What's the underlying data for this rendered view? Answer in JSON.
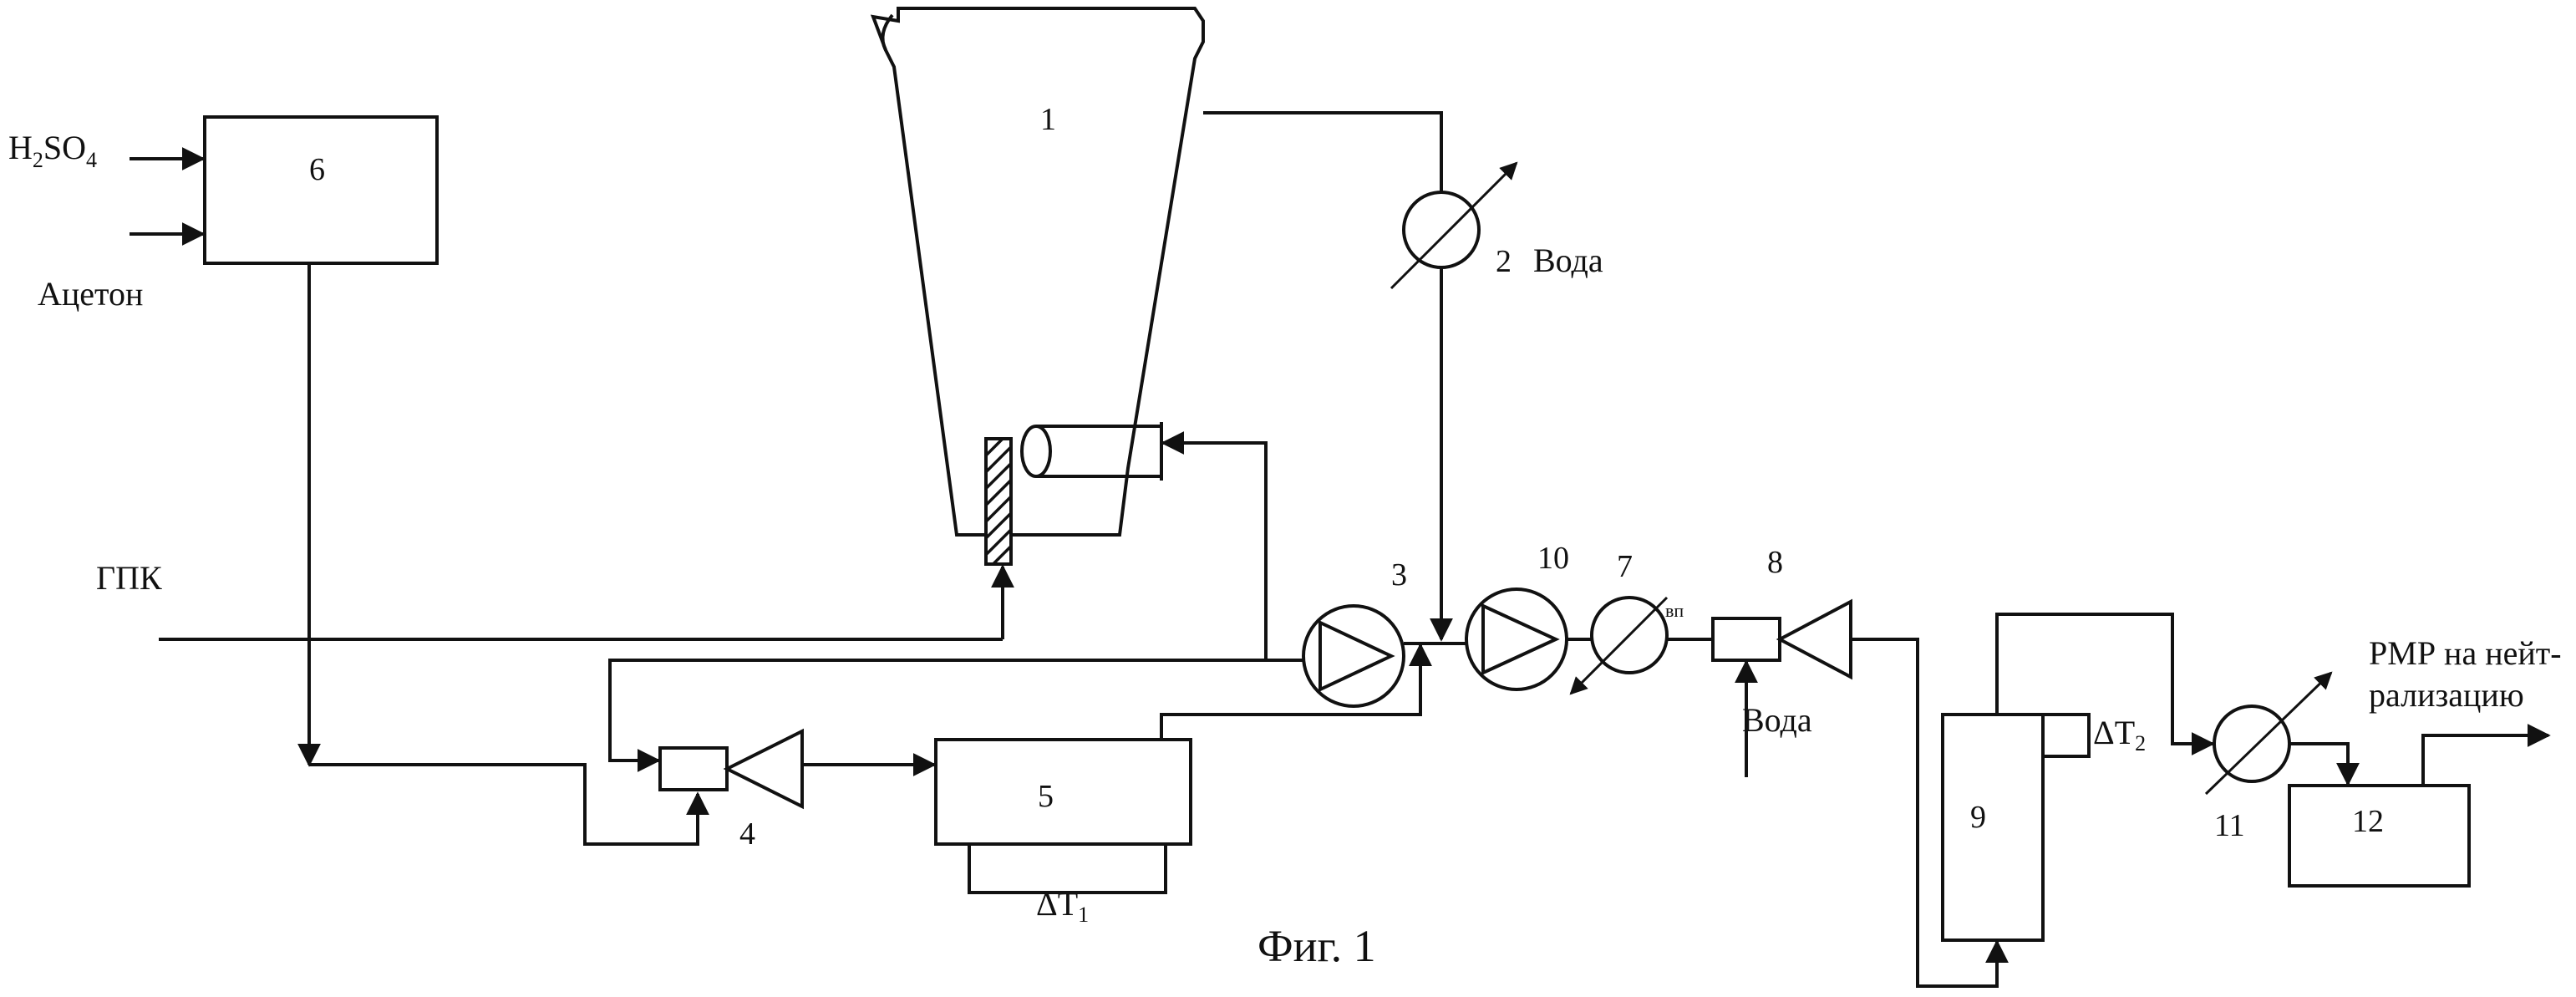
{
  "labels": {
    "h2so4_main": "H",
    "h2so4_sub2": "2",
    "h2so4_so": "SO",
    "h2so4_sub4": "4",
    "aceton": "Ацетон",
    "gpk": "ГПК",
    "voda_2": "Вода",
    "voda_8": "Вода",
    "vp": "вп",
    "dt1": "ΔT",
    "dt1_sub": "1",
    "dt2": "ΔT",
    "dt2_sub": "2",
    "rmr_line1": "РМР на нейт-",
    "rmr_line2": "рализацию",
    "caption": "Фиг. 1"
  },
  "numbers": {
    "n1": "1",
    "n2": "2",
    "n3": "3",
    "n4": "4",
    "n5": "5",
    "n6": "6",
    "n7": "7",
    "n8": "8",
    "n9": "9",
    "n10": "10",
    "n11": "11",
    "n12": "12"
  }
}
